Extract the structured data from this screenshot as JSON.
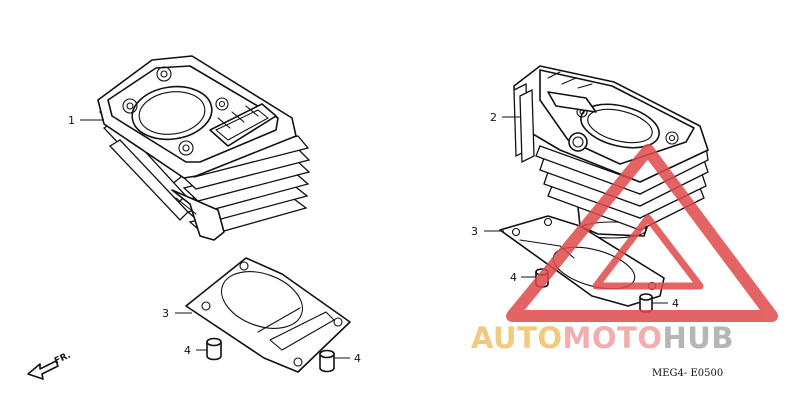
{
  "diagram": {
    "callouts": {
      "left_cylinder": "1",
      "right_cylinder": "2",
      "left_gasket": "3",
      "right_gasket": "3",
      "left_dowel_a": "4",
      "left_dowel_b": "4",
      "right_dowel_a": "4",
      "right_dowel_b": "4"
    },
    "front_marker": "FR.",
    "diagram_code": "MEG4- E0500"
  },
  "watermark": {
    "part1": "AUTO",
    "part2": "MOTO",
    "part3": "HUB",
    "colors": {
      "auto": "#f0c068",
      "moto": "#f0a0a0",
      "hub": "#aaaaaa",
      "triangle": "#e04a4a"
    }
  }
}
